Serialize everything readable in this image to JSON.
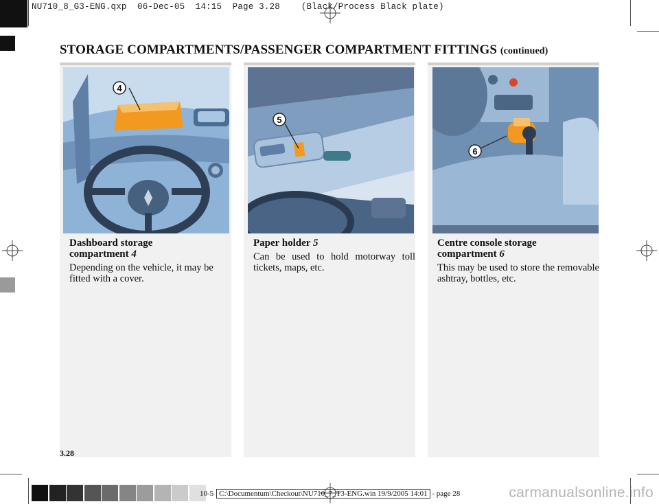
{
  "slug": "NU710_8_G3-ENG.qxp  06-Dec-05  14:15  Page 3.28    (Black/Process Black plate)",
  "heading": {
    "main": "STORAGE COMPARTMENTS/PASSENGER COMPARTMENT FITTINGS",
    "continued": "(continued)"
  },
  "columns": [
    {
      "callout": "4",
      "title_line1": "Dashboard storage",
      "title_line2": "compartment",
      "ref": "4",
      "body": "Depending on the vehicle, it may be fitted with a cover."
    },
    {
      "callout": "5",
      "title_line1": "Paper holder",
      "ref": "5",
      "body": "Can be used to hold motorway toll tickets, maps, etc."
    },
    {
      "callout": "6",
      "title_line1": "Centre console storage",
      "title_line2": "compartment",
      "ref": "6",
      "body": "This may be used to store the removable ashtray, bottles, etc."
    }
  ],
  "page_number": "3.28",
  "footer": {
    "prefix": "10-5",
    "path": "C:\\Documentum\\Checkout\\NU710_7_T3-ENG.win 19/9/2005 14:01",
    "suffix": "- page 28"
  },
  "watermark": "carmanualsonline.info",
  "colors": {
    "photo_blue": "#8fb3d6",
    "highlight_orange": "#f29a1e",
    "colorbar": [
      "#111111",
      "#222222",
      "#333333",
      "#555555",
      "#6b6b6b",
      "#858585",
      "#9c9c9c",
      "#b4b4b4",
      "#cbcbcb",
      "#e0e0e0"
    ]
  }
}
